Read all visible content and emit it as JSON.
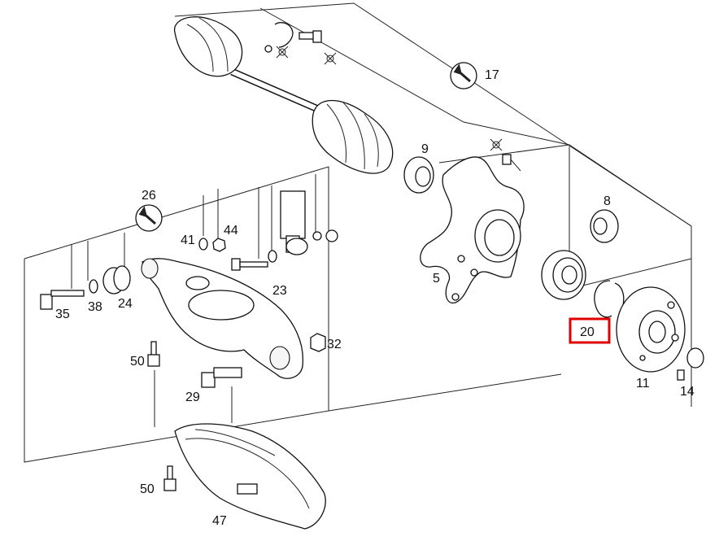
{
  "diagram": {
    "labels": {
      "p5": "5",
      "p8": "8",
      "p9": "9",
      "p11": "11",
      "p14": "14",
      "p17": "17",
      "p20": "20",
      "p23": "23",
      "p24": "24",
      "p26": "26",
      "p29": "29",
      "p32": "32",
      "p35": "35",
      "p38": "38",
      "p41": "41",
      "p44": "44",
      "p47": "47",
      "p50a": "50",
      "p50b": "50"
    },
    "highlight": {
      "part": "20",
      "color": "#e00000"
    },
    "icons": [
      "wrench-icon",
      "wrench-icon",
      "torque-symbol-icon"
    ]
  }
}
